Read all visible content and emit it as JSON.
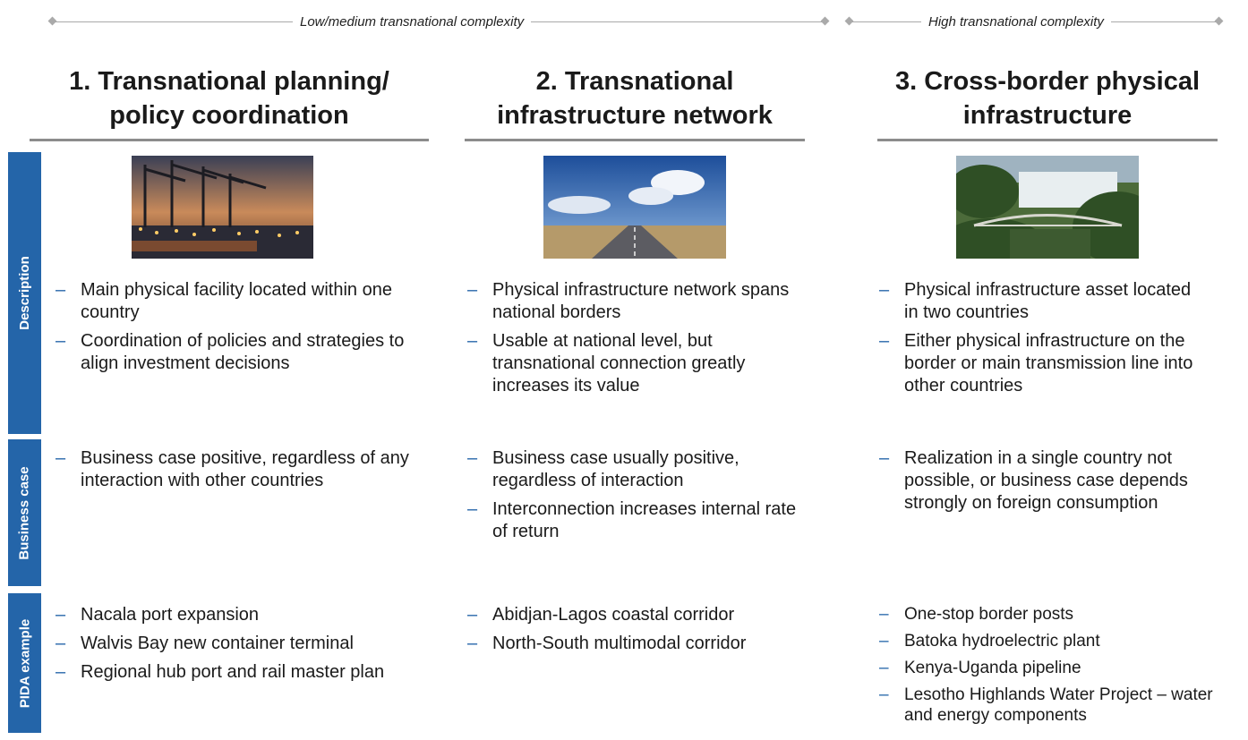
{
  "complexity": {
    "low_medium": "Low/medium transnational complexity",
    "high": "High transnational complexity"
  },
  "columns": [
    {
      "title_line1": "1. Transnational planning/",
      "title_line2": "policy coordination",
      "image": "port-cranes-night-photo",
      "description": [
        "Main physical facility located within one country",
        "Coordination of policies and strategies to align investment decisions"
      ],
      "business_case": [
        "Business case positive, regardless of any interaction with other countries"
      ],
      "pida_example": [
        "Nacala port expansion",
        "Walvis Bay new container terminal",
        "Regional hub port and rail master plan"
      ]
    },
    {
      "title_line1": "2. Transnational",
      "title_line2": "infrastructure network",
      "image": "highway-sky-photo",
      "description": [
        "Physical infrastructure network spans national borders",
        "Usable at national level, but transnational connection greatly increases its value"
      ],
      "business_case": [
        "Business case usually positive, regardless of interaction",
        "Interconnection increases internal rate of return"
      ],
      "pida_example": [
        "Abidjan-Lagos coastal corridor",
        "North-South multimodal corridor"
      ]
    },
    {
      "title_line1": "3. Cross-border physical",
      "title_line2": "infrastructure",
      "image": "waterfall-bridge-photo",
      "description": [
        "Physical infrastructure asset located in two countries",
        "Either physical infrastructure on the border or main transmission line into other countries"
      ],
      "business_case": [
        "Realization in a single country not possible, or business case depends strongly on foreign consumption"
      ],
      "pida_example": [
        "One-stop border posts",
        "Batoka hydroelectric plant",
        "Kenya-Uganda pipeline",
        "Lesotho Highlands Water Project – water and energy components"
      ]
    }
  ],
  "side_tabs": {
    "description": "Description",
    "business_case": "Business case",
    "pida_example": "PIDA example"
  },
  "bullet_glyph": "–",
  "colors": {
    "accent": "#2465a9",
    "rule": "#8c8c8c",
    "complexity_line": "#aaaaaa"
  }
}
